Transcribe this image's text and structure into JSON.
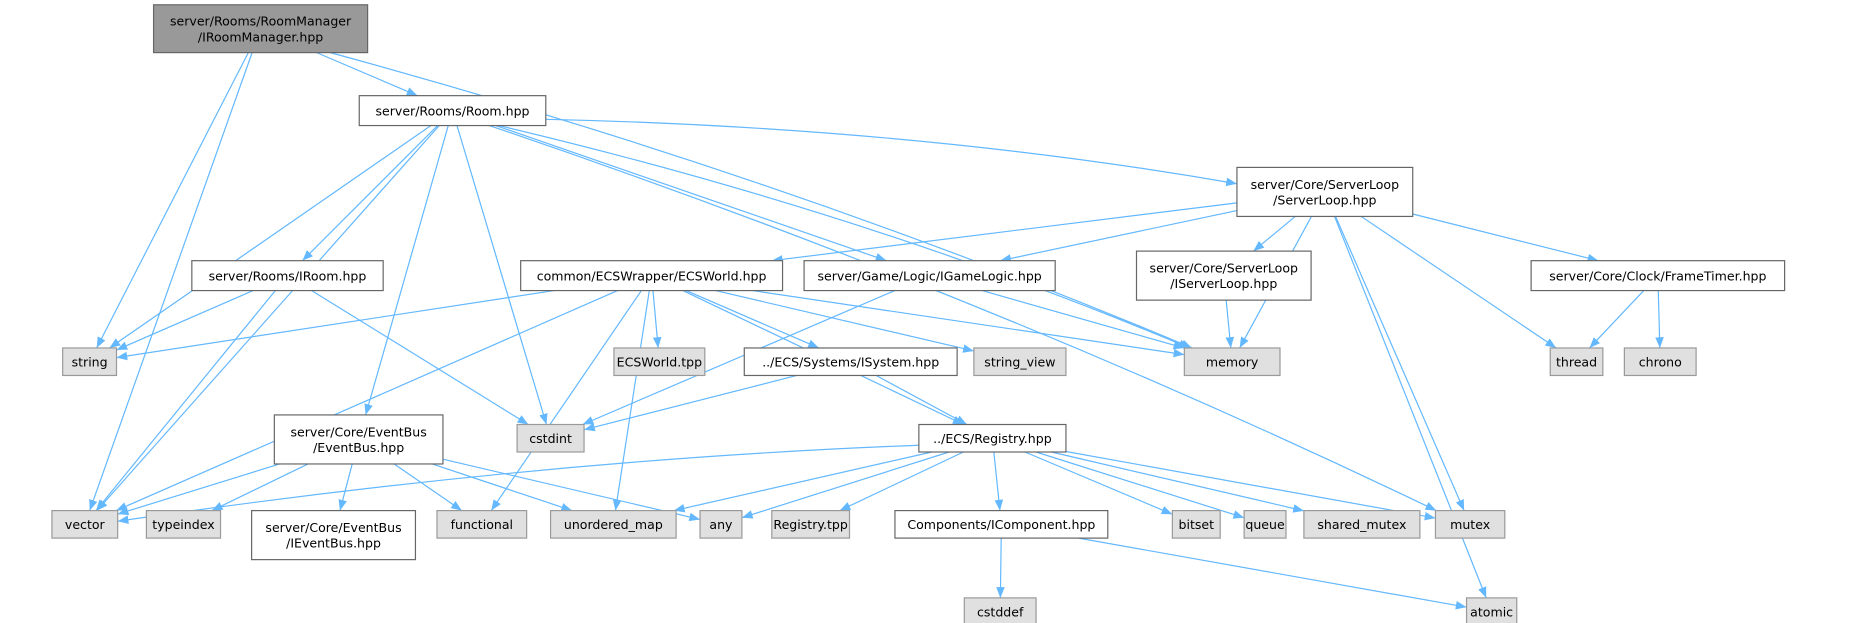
{
  "graph": {
    "title": "server/Rooms/RoomManager/IRoomManager.hpp",
    "colors": {
      "edge": "#63b8ff",
      "root_fill": "#999999",
      "root_stroke": "#666666",
      "file_fill": "#ffffff",
      "file_stroke": "#666666",
      "system_fill": "#e0e0e0",
      "system_stroke": "#999999"
    },
    "nodes": [
      {
        "id": "root",
        "kind": "root",
        "lines": [
          "server/Rooms/RoomManager",
          "/IRoomManager.hpp"
        ]
      },
      {
        "id": "room",
        "kind": "file",
        "lines": [
          "server/Rooms/Room.hpp"
        ]
      },
      {
        "id": "serverloop",
        "kind": "file",
        "lines": [
          "server/Core/ServerLoop",
          "/ServerLoop.hpp"
        ]
      },
      {
        "id": "iroom",
        "kind": "file",
        "lines": [
          "server/Rooms/IRoom.hpp"
        ]
      },
      {
        "id": "ecsworld",
        "kind": "file",
        "lines": [
          "common/ECSWrapper/ECSWorld.hpp"
        ]
      },
      {
        "id": "igamelogic",
        "kind": "file",
        "lines": [
          "server/Game/Logic/IGameLogic.hpp"
        ]
      },
      {
        "id": "iserverloop",
        "kind": "file",
        "lines": [
          "server/Core/ServerLoop",
          "/IServerLoop.hpp"
        ]
      },
      {
        "id": "frametimer",
        "kind": "file",
        "lines": [
          "server/Core/Clock/FrameTimer.hpp"
        ]
      },
      {
        "id": "string",
        "kind": "system",
        "lines": [
          "string"
        ]
      },
      {
        "id": "ecsworld_tpp",
        "kind": "system",
        "lines": [
          "ECSWorld.tpp"
        ]
      },
      {
        "id": "isystem",
        "kind": "file",
        "lines": [
          "../ECS/Systems/ISystem.hpp"
        ]
      },
      {
        "id": "string_view",
        "kind": "system",
        "lines": [
          "string_view"
        ]
      },
      {
        "id": "memory",
        "kind": "system",
        "lines": [
          "memory"
        ]
      },
      {
        "id": "thread",
        "kind": "system",
        "lines": [
          "thread"
        ]
      },
      {
        "id": "chrono",
        "kind": "system",
        "lines": [
          "chrono"
        ]
      },
      {
        "id": "eventbus",
        "kind": "file",
        "lines": [
          "server/Core/EventBus",
          "/EventBus.hpp"
        ]
      },
      {
        "id": "cstdint",
        "kind": "system",
        "lines": [
          "cstdint"
        ]
      },
      {
        "id": "registry",
        "kind": "file",
        "lines": [
          "../ECS/Registry.hpp"
        ]
      },
      {
        "id": "vector",
        "kind": "system",
        "lines": [
          "vector"
        ]
      },
      {
        "id": "typeindex",
        "kind": "system",
        "lines": [
          "typeindex"
        ]
      },
      {
        "id": "ieventbus",
        "kind": "file",
        "lines": [
          "server/Core/EventBus",
          "/IEventBus.hpp"
        ]
      },
      {
        "id": "functional",
        "kind": "system",
        "lines": [
          "functional"
        ]
      },
      {
        "id": "unordered_map",
        "kind": "system",
        "lines": [
          "unordered_map"
        ]
      },
      {
        "id": "any",
        "kind": "system",
        "lines": [
          "any"
        ]
      },
      {
        "id": "registry_tpp",
        "kind": "system",
        "lines": [
          "Registry.tpp"
        ]
      },
      {
        "id": "icomponent",
        "kind": "file",
        "lines": [
          "Components/IComponent.hpp"
        ]
      },
      {
        "id": "bitset",
        "kind": "system",
        "lines": [
          "bitset"
        ]
      },
      {
        "id": "queue",
        "kind": "system",
        "lines": [
          "queue"
        ]
      },
      {
        "id": "shared_mutex",
        "kind": "system",
        "lines": [
          "shared_mutex"
        ]
      },
      {
        "id": "mutex",
        "kind": "system",
        "lines": [
          "mutex"
        ]
      },
      {
        "id": "cstddef",
        "kind": "system",
        "lines": [
          "cstddef"
        ]
      },
      {
        "id": "atomic",
        "kind": "system",
        "lines": [
          "atomic"
        ]
      }
    ],
    "edges": [
      [
        "root",
        "room"
      ],
      [
        "root",
        "string"
      ],
      [
        "root",
        "vector"
      ],
      [
        "root",
        "memory"
      ],
      [
        "room",
        "iroom"
      ],
      [
        "room",
        "string"
      ],
      [
        "room",
        "vector"
      ],
      [
        "room",
        "eventbus"
      ],
      [
        "room",
        "cstdint"
      ],
      [
        "room",
        "igamelogic"
      ],
      [
        "room",
        "memory"
      ],
      [
        "room",
        "mutex"
      ],
      [
        "room",
        "serverloop"
      ],
      [
        "iroom",
        "string"
      ],
      [
        "iroom",
        "vector"
      ],
      [
        "iroom",
        "cstdint"
      ],
      [
        "serverloop",
        "ecsworld"
      ],
      [
        "serverloop",
        "igamelogic"
      ],
      [
        "serverloop",
        "iserverloop"
      ],
      [
        "serverloop",
        "memory"
      ],
      [
        "serverloop",
        "thread"
      ],
      [
        "serverloop",
        "frametimer"
      ],
      [
        "serverloop",
        "mutex"
      ],
      [
        "serverloop",
        "atomic"
      ],
      [
        "ecsworld",
        "string"
      ],
      [
        "ecsworld",
        "vector"
      ],
      [
        "ecsworld",
        "functional"
      ],
      [
        "ecsworld",
        "unordered_map"
      ],
      [
        "ecsworld",
        "ecsworld_tpp"
      ],
      [
        "ecsworld",
        "isystem"
      ],
      [
        "ecsworld",
        "registry"
      ],
      [
        "ecsworld",
        "string_view"
      ],
      [
        "ecsworld",
        "memory"
      ],
      [
        "igamelogic",
        "memory"
      ],
      [
        "igamelogic",
        "cstdint"
      ],
      [
        "iserverloop",
        "memory"
      ],
      [
        "frametimer",
        "thread"
      ],
      [
        "frametimer",
        "chrono"
      ],
      [
        "isystem",
        "cstdint"
      ],
      [
        "isystem",
        "registry"
      ],
      [
        "eventbus",
        "vector"
      ],
      [
        "eventbus",
        "typeindex"
      ],
      [
        "eventbus",
        "ieventbus"
      ],
      [
        "eventbus",
        "functional"
      ],
      [
        "eventbus",
        "unordered_map"
      ],
      [
        "eventbus",
        "any"
      ],
      [
        "registry",
        "vector"
      ],
      [
        "registry",
        "unordered_map"
      ],
      [
        "registry",
        "any"
      ],
      [
        "registry",
        "registry_tpp"
      ],
      [
        "registry",
        "icomponent"
      ],
      [
        "registry",
        "bitset"
      ],
      [
        "registry",
        "queue"
      ],
      [
        "registry",
        "shared_mutex"
      ],
      [
        "registry",
        "mutex"
      ],
      [
        "icomponent",
        "cstddef"
      ],
      [
        "icomponent",
        "atomic"
      ]
    ]
  }
}
